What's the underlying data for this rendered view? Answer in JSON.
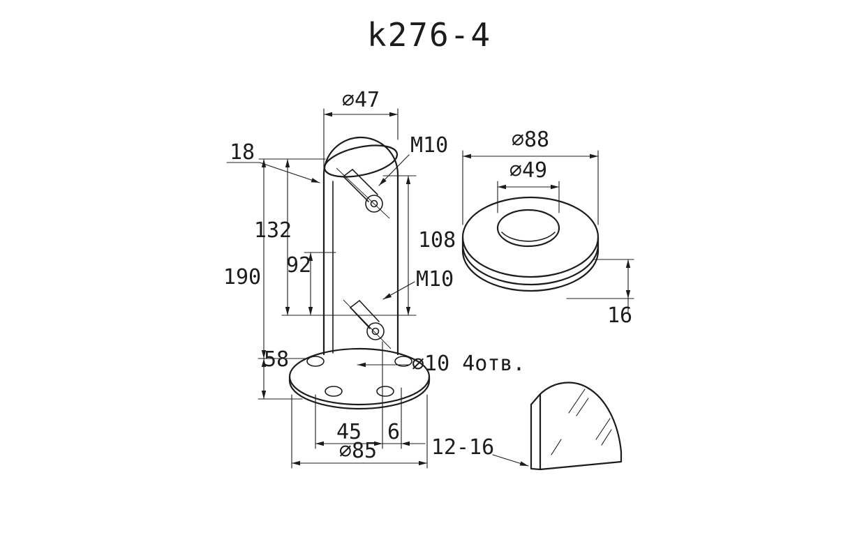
{
  "title": "k276-4",
  "colors": {
    "ink": "#1c1c1c",
    "background": "#ffffff"
  },
  "spigot_view": {
    "dia_top": "⌀47",
    "offset_top": "18",
    "thread_top": "M10",
    "height_132": "132",
    "height_92": "92",
    "height_190": "190",
    "height_108": "108",
    "thread_bottom": "M10",
    "height_58": "58",
    "base_holes": "⌀10 4отв.",
    "width_45": "45",
    "width_6": "6",
    "dia_base": "⌀85"
  },
  "cover_view": {
    "dia_outer": "⌀88",
    "dia_inner": "⌀49",
    "thickness": "16"
  },
  "glass_view": {
    "thickness_range": "12-16"
  }
}
